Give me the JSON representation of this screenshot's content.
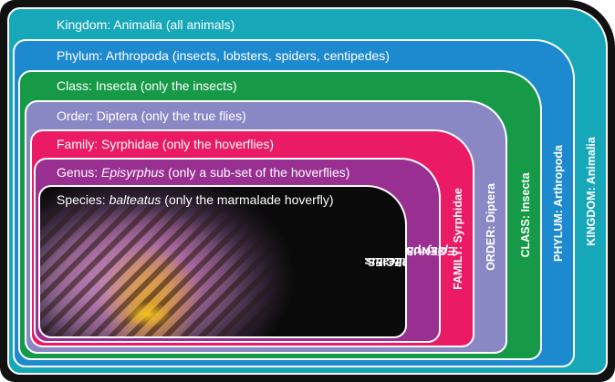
{
  "levels": [
    {
      "label": "Kingdom: Animalia (all animals)",
      "vertical_label": "KINGDOM: Animalia",
      "color": "#16a8b8"
    },
    {
      "label": "Phylum: Arthropoda (insects, lobsters, spiders, centipedes)",
      "vertical_label": "PHYLUM: Arthropoda",
      "color": "#1d8ad0"
    },
    {
      "label": "Class: Insecta (only the insects)",
      "vertical_label": "CLASS: Insecta",
      "color": "#169a48"
    },
    {
      "label": "Order: Diptera (only the true flies)",
      "vertical_label": "ORDER: Diptera",
      "color": "#8a88c4"
    },
    {
      "label": "Family: Syrphidae (only the hoverflies)",
      "vertical_label": "FAMILY: Syrphidae",
      "color": "#ea1a64"
    },
    {
      "label_prefix": "Genus: ",
      "label_italic": "Episyrphus",
      "label_suffix": " (only a sub-set of the hoverflies)",
      "vertical_prefix": "GENUS: ",
      "vertical_italic": "Episyrphus",
      "color": "#9a2f92"
    },
    {
      "label_prefix": "Species: ",
      "label_italic": "balteatus",
      "label_suffix": " (only the marmalade hoverfly)",
      "vertical_prefix": "SPECIES: ",
      "vertical_italic": "balteatus",
      "color": "#000000"
    }
  ],
  "colors": {
    "outer_border": "#111111",
    "frame_stroke": "#ffffff"
  }
}
